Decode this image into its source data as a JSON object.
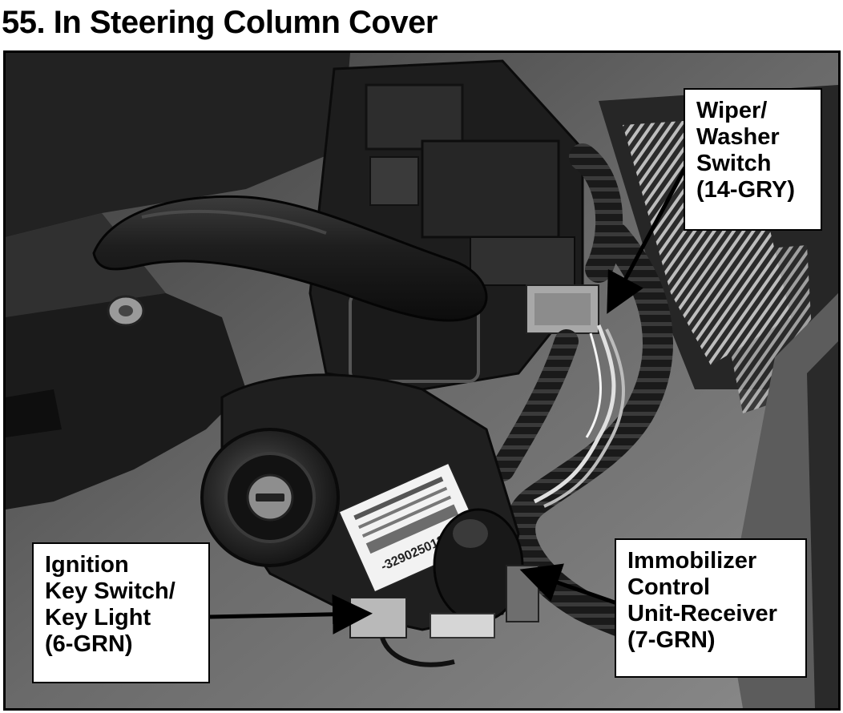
{
  "title": "55. In Steering Column Cover",
  "callouts": {
    "wiper": "Wiper/\nWasher\nSwitch\n(14-GRY)",
    "ignition": "Ignition\nKey Switch/\nKey Light\n(6-GRN)",
    "immobilizer": "Immobilizer\nControl\nUnit-Receiver\n(7-GRN)"
  },
  "label_stamp": "-32902501233-",
  "colors": {
    "ink": "#000000",
    "paper": "#ffffff"
  }
}
